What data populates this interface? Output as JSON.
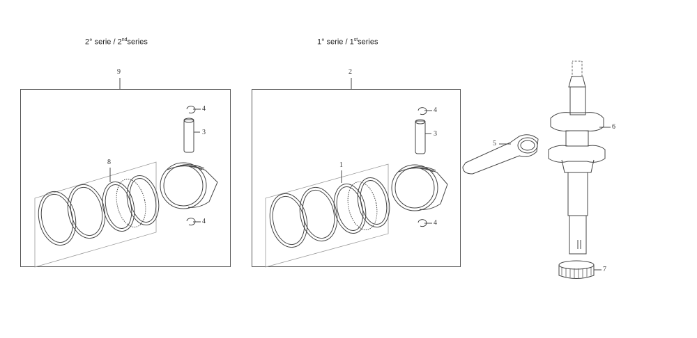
{
  "titles": {
    "left": {
      "prefix": "2° serie / 2",
      "sup": "nd",
      "suffix": "series"
    },
    "right": {
      "prefix": "1° serie / 1",
      "sup": "st",
      "suffix": "series"
    }
  },
  "callouts": {
    "left_box": "9",
    "left_rings": "8",
    "left_clip_top": "4",
    "left_pin": "3",
    "left_clip_bottom": "4",
    "right_box": "2",
    "right_rings": "1",
    "right_clip_top": "4",
    "right_pin": "3",
    "right_clip_bottom": "4",
    "conrod": "5",
    "crankshaft": "6",
    "gear": "7"
  },
  "colors": {
    "line": "#444444",
    "frame": "#555555",
    "background": "#ffffff"
  }
}
